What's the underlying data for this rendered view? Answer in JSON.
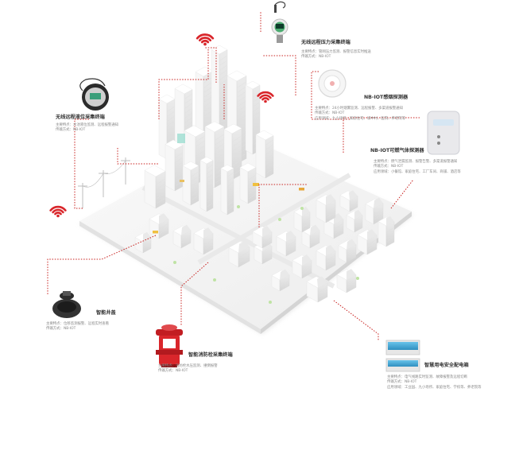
{
  "colors": {
    "accent": "#d9262b",
    "connector": "#c8201e",
    "building": "#ffffff",
    "building_shadow": "#e6e6e6",
    "ground": "#f3f3f3",
    "device_gray": "#dcdcdc",
    "screen_blue": "#49a9d4",
    "brand_green": "#2fa05a"
  },
  "devices": [
    {
      "icon": "pressure-sensor-icon",
      "title": "无线远程压力采集终端",
      "desc": [
        "主要特点：管网压力监测、报警信息实时推送",
        "传输方式：NB-IOT"
      ]
    },
    {
      "icon": "smoke-detector-icon",
      "title": "NB-IOT感烟探测器",
      "desc": [
        "主要特点：24小时烟雾监测、远程报警、多渠道报警通知",
        "传输方式：NB-IOT",
        "应用领域：九小场所、家庭住宅、城中村、医院、养老院等"
      ]
    },
    {
      "icon": "gas-detector-icon",
      "title": "NB-IOT可燃气体探测器",
      "desc": [
        "主要特点：燃气泄漏监测、报警告警、多渠道报警通知",
        "传输方式：NB-IOT",
        "应用领域：小餐馆、家庭住宅、工厂车间、商铺、酒店等"
      ]
    },
    {
      "icon": "level-sensor-icon",
      "title": "无线远程液位采集终端",
      "desc": [
        "主要特点：水池液位监测、远程报警通知",
        "传输方式：NB-IOT"
      ]
    },
    {
      "icon": "manhole-cover-icon",
      "title": "智能井盖",
      "desc": [
        "主要特点：位移监测报警、远程实时查看",
        "传输方式：NB-IOT"
      ]
    },
    {
      "icon": "fire-hydrant-icon",
      "title": "智能消防栓采集终端",
      "desc": [
        "主要特点：消防栓水压监测、撞倒报警",
        "传输方式：NB-IOT"
      ]
    },
    {
      "icon": "electrical-box-icon",
      "title": "智慧用电安全配电箱",
      "desc": [
        "主要特点：电气线路实时监测、故障报警及远程切断",
        "传输方式：NB-IOT",
        "应用领域：工业园、九小场所、家庭住宅、学校等、养老院等"
      ]
    }
  ],
  "signals": [
    {
      "icon": "wifi-signal-icon"
    },
    {
      "icon": "wifi-signal-icon"
    },
    {
      "icon": "wifi-signal-icon"
    }
  ]
}
